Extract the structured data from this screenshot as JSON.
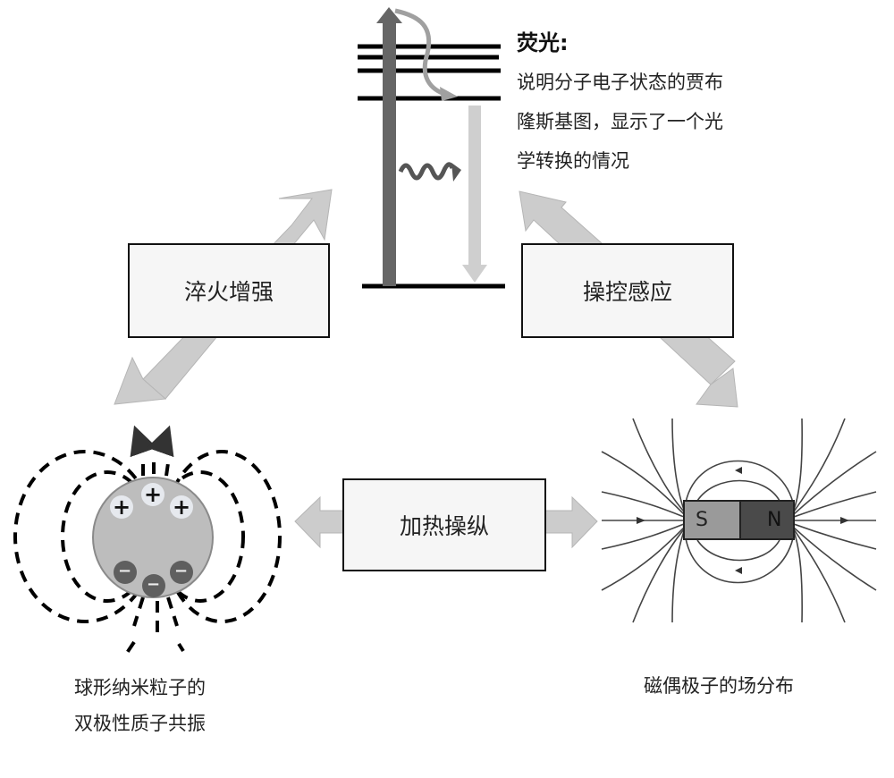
{
  "fluorescence": {
    "title": "荧光:",
    "description_lines": [
      "说明分子电子状态的贾布",
      "隆斯基图，显示了一个光",
      "学转换的情况"
    ]
  },
  "processes": {
    "quenching": "淬火增强",
    "sensing": "操控感应",
    "heating": "加热操纵"
  },
  "nanoparticle": {
    "caption_lines": [
      "球形纳米粒子的",
      "双极性质子共振"
    ],
    "positive_charge_symbol": "+",
    "negative_charge_symbol": "−",
    "positive_count": 3,
    "negative_count": 3
  },
  "magnet": {
    "caption": "磁偶极子的场分布",
    "south_label": "S",
    "north_label": "N"
  },
  "colors": {
    "arrow_gray": "#cccccc",
    "arrow_edge": "#b0b0b0",
    "excitation_arrow": "#666666",
    "emission_arrow": "#cfcfcf",
    "relaxation_arrow": "#a0a0a0",
    "particle_fill": "#bdbdbd",
    "negative_charge": "#5f5f5f",
    "positive_charge_bg": "#e6e9ee",
    "magnet_south": "#9a9a9a",
    "magnet_north": "#4a4a4a"
  }
}
